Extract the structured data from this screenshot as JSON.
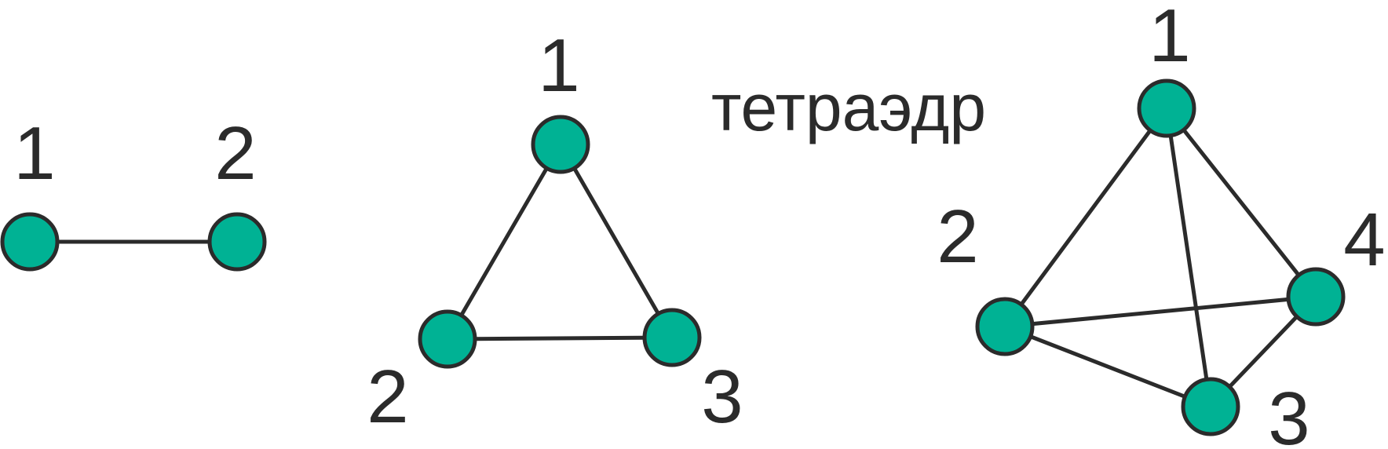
{
  "colors": {
    "node_fill": "#00b294",
    "stroke": "#2b2b2b",
    "text": "#2b2b2b",
    "background": "#ffffff"
  },
  "graphs": {
    "segment": {
      "labels": [
        "1",
        "2"
      ]
    },
    "triangle": {
      "labels": [
        "1",
        "2",
        "3"
      ]
    },
    "tetrahedron": {
      "title": "тетраэдр",
      "labels": [
        "1",
        "2",
        "3",
        "4"
      ]
    }
  }
}
